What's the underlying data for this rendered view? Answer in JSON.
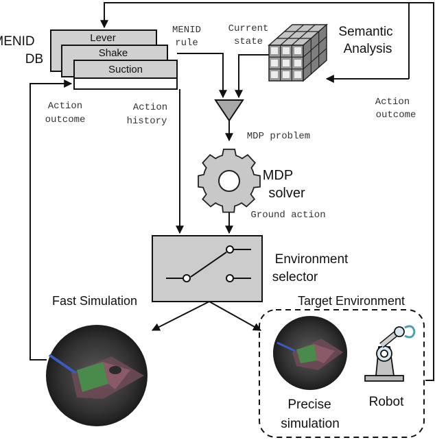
{
  "db": {
    "title_line1": "MENID",
    "title_line2": "DB",
    "cards": [
      "Lever",
      "Shake",
      "Suction"
    ]
  },
  "labels": {
    "menid_rule_line1": "MENID",
    "menid_rule_line2": "rule",
    "current_state_line1": "Current",
    "current_state_line2": "state",
    "semantic_line1": "Semantic",
    "semantic_line2": "Analysis",
    "action_outcome_left_line1": "Action",
    "action_outcome_left_line2": "outcome",
    "action_history_line1": "Action",
    "action_history_line2": "history",
    "action_outcome_right_line1": "Action",
    "action_outcome_right_line2": "outcome",
    "mdp_problem": "MDP problem",
    "mdp_solver_line1": "MDP",
    "mdp_solver_line2": "solver",
    "ground_action": "Ground action",
    "env_selector_line1": "Environment",
    "env_selector_line2": "selector",
    "fast_simulation": "Fast Simulation",
    "target_environment": "Target Environment",
    "precise_simulation_line1": "Precise",
    "precise_simulation_line2": "simulation",
    "robot": "Robot"
  },
  "colors": {
    "card_fill": "#d0d0d0",
    "selector_fill": "#cccccc",
    "gear_fill": "#c8c8c8",
    "funnel_fill": "#a8a8a8",
    "cube_face": "#9a9a9a"
  }
}
